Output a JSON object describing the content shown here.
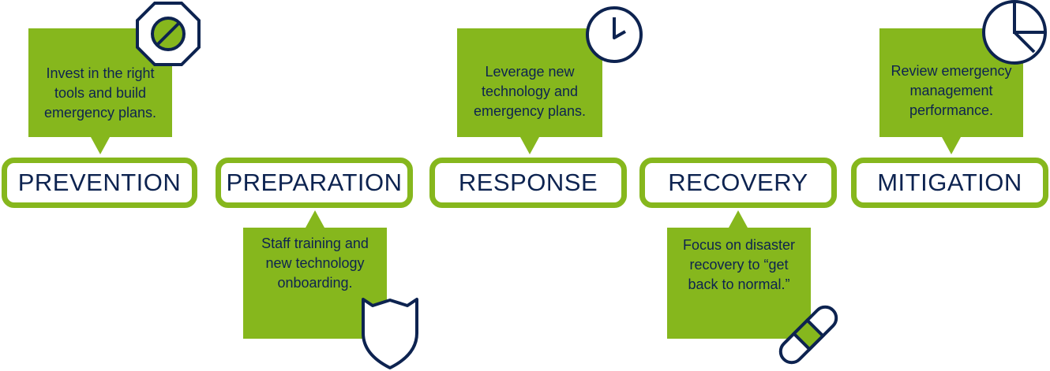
{
  "colors": {
    "accent": "#86b71d",
    "text": "#0d2350",
    "icon_stroke": "#0d2350"
  },
  "stages": [
    {
      "label": "PREVENTION",
      "text": [
        "Invest in the right",
        "tools and build",
        "emergency plans."
      ],
      "icon": "stop-sign-icon"
    },
    {
      "label": "PREPARATION",
      "text": [
        "Staff training and",
        "new technology",
        "onboarding."
      ],
      "icon": "shield-icon"
    },
    {
      "label": "RESPONSE",
      "text": [
        "Leverage new",
        "technology and",
        "emergency plans."
      ],
      "icon": "clock-icon"
    },
    {
      "label": "RECOVERY",
      "text": [
        "Focus on disaster",
        "recovery to “get",
        "back to normal.”"
      ],
      "icon": "bandage-icon"
    },
    {
      "label": "MITIGATION",
      "text": [
        "Review emergency",
        "management",
        "performance."
      ],
      "icon": "pie-chart-icon"
    }
  ]
}
